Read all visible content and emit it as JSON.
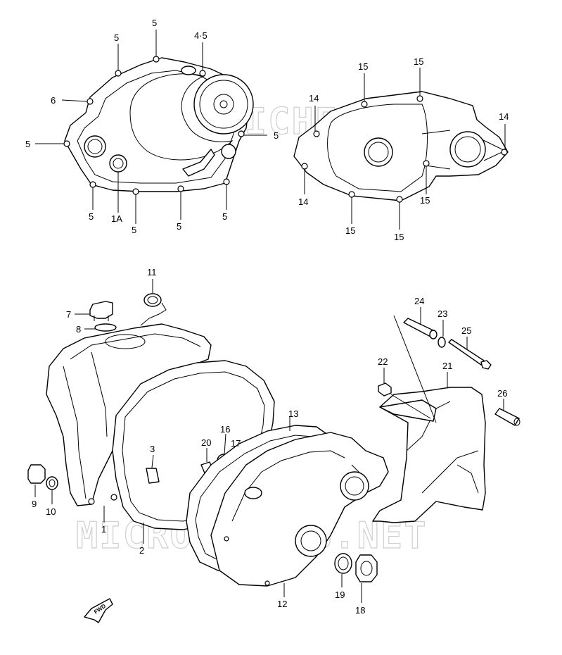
{
  "watermark": "MICROFICHES.NET",
  "fwd_label": "FWD",
  "callouts": [
    {
      "id": "c1",
      "text": "5"
    },
    {
      "id": "c2",
      "text": "5"
    },
    {
      "id": "c3",
      "text": "4·5"
    },
    {
      "id": "c4",
      "text": "6"
    },
    {
      "id": "c5",
      "text": "5"
    },
    {
      "id": "c6",
      "text": "5"
    },
    {
      "id": "c7",
      "text": "5"
    },
    {
      "id": "c8",
      "text": "1A"
    },
    {
      "id": "c9",
      "text": "5"
    },
    {
      "id": "c10",
      "text": "5"
    },
    {
      "id": "c11",
      "text": "5"
    },
    {
      "id": "c12",
      "text": "15"
    },
    {
      "id": "c13",
      "text": "15"
    },
    {
      "id": "c14",
      "text": "14"
    },
    {
      "id": "c15",
      "text": "14"
    },
    {
      "id": "c16",
      "text": "14"
    },
    {
      "id": "c17",
      "text": "15"
    },
    {
      "id": "c18",
      "text": "15"
    },
    {
      "id": "c19",
      "text": "15"
    },
    {
      "id": "c20",
      "text": "11"
    },
    {
      "id": "c21",
      "text": "7"
    },
    {
      "id": "c22",
      "text": "8"
    },
    {
      "id": "c23",
      "text": "24"
    },
    {
      "id": "c24",
      "text": "23"
    },
    {
      "id": "c25",
      "text": "25"
    },
    {
      "id": "c26",
      "text": "22"
    },
    {
      "id": "c27",
      "text": "21"
    },
    {
      "id": "c28",
      "text": "26"
    },
    {
      "id": "c29",
      "text": "13"
    },
    {
      "id": "c30",
      "text": "16"
    },
    {
      "id": "c31",
      "text": "3"
    },
    {
      "id": "c32",
      "text": "20"
    },
    {
      "id": "c33",
      "text": "17"
    },
    {
      "id": "c34",
      "text": "9"
    },
    {
      "id": "c35",
      "text": "10"
    },
    {
      "id": "c36",
      "text": "1"
    },
    {
      "id": "c37",
      "text": "2"
    },
    {
      "id": "c38",
      "text": "19"
    },
    {
      "id": "c39",
      "text": "18"
    },
    {
      "id": "c40",
      "text": "12"
    }
  ]
}
